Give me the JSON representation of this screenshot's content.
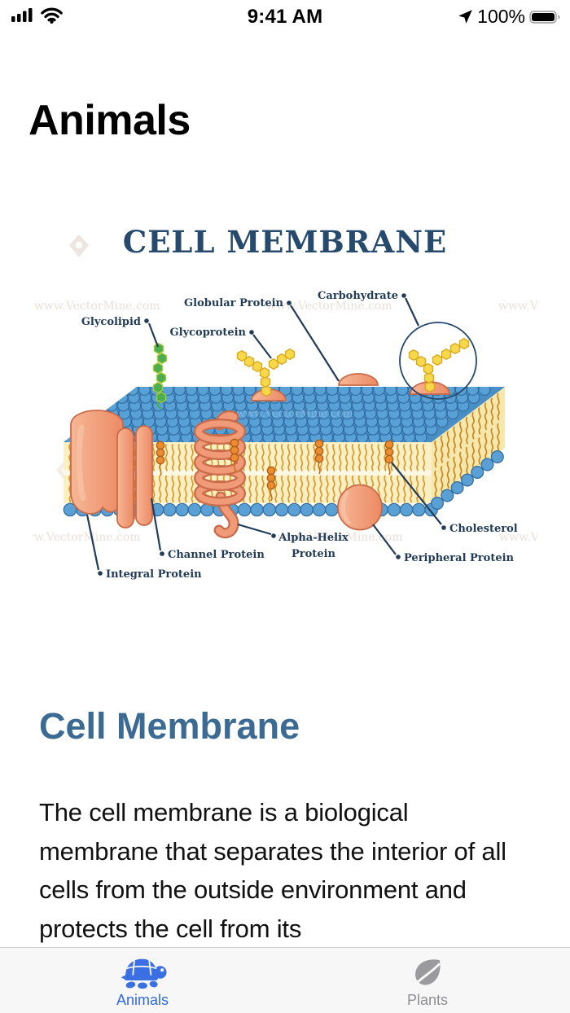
{
  "status_bar": {
    "time": "9:41 AM",
    "battery_percent": "100%",
    "icons": [
      "signal-icon",
      "wifi-icon",
      "location-icon",
      "battery-icon"
    ]
  },
  "header": {
    "title": "Animals"
  },
  "diagram": {
    "title": "CELL MEMBRANE",
    "watermark": "www.VectorMine.com",
    "watermark_short": "www.Vec",
    "labels": {
      "glycolipid": "Glycolipid",
      "glycoprotein": "Glycoprotein",
      "globular_protein": "Globular Protein",
      "carbohydrate": "Carbohydrate",
      "integral_protein": "Integral Protein",
      "channel_protein": "Channel Protein",
      "alpha_helix_line1": "Alpha-Helix",
      "alpha_helix_line2": "Protein",
      "cholesterol": "Cholesterol",
      "peripheral_protein": "Peripheral Protein"
    },
    "colors": {
      "title_navy": "#26496e",
      "label_navy": "#223c57",
      "lipid_head_blue": "#58a1d7",
      "membrane_cream": "#faf0c5",
      "tail_gold": "#d9992b",
      "protein_salmon": "#ef9472",
      "bead_orange": "#ea8c2f",
      "glyco_green": "#4cae4f",
      "sugar_yellow": "#f7d84a"
    }
  },
  "article": {
    "heading": "Cell Membrane",
    "body": "The cell membrane is a biological membrane that separates the interior of all cells from the outside environment and protects the cell from its"
  },
  "tab_bar": {
    "tabs": [
      {
        "id": "animals",
        "label": "Animals",
        "icon": "turtle-icon",
        "active": true
      },
      {
        "id": "plants",
        "label": "Plants",
        "icon": "leaf-icon",
        "active": false
      }
    ],
    "active_color": "#2e6ae2",
    "inactive_color": "#8f8f94"
  }
}
